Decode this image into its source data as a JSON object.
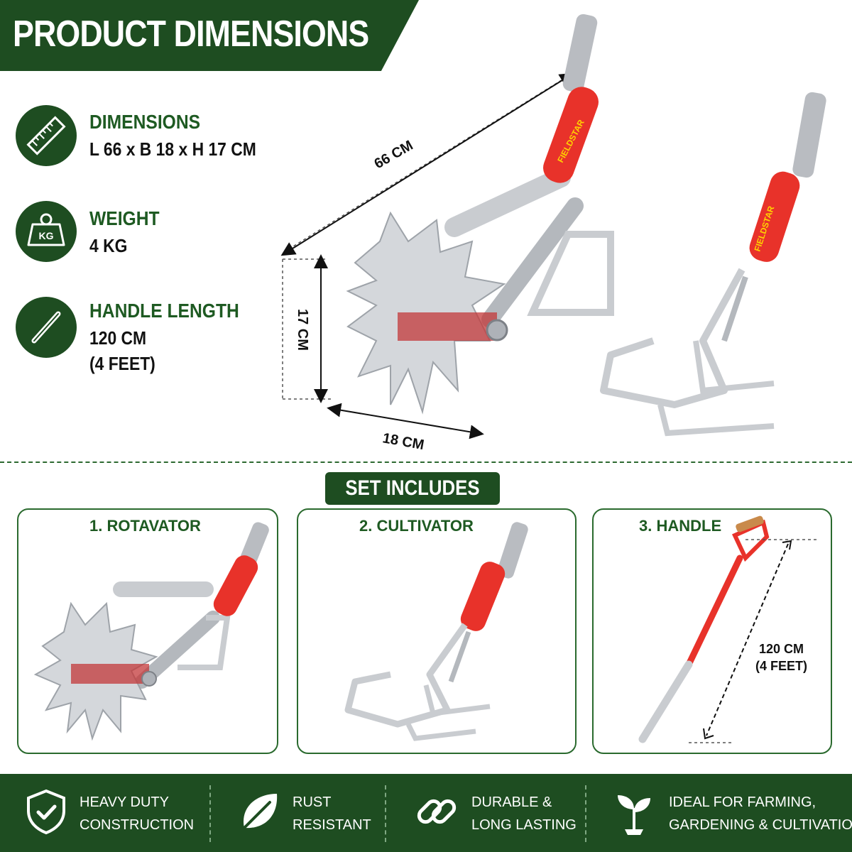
{
  "header": {
    "title": "PRODUCT DIMENSIONS"
  },
  "specs": [
    {
      "icon": "ruler-icon",
      "label": "DIMENSIONS",
      "value_lines": [
        "L 66 x B 18 x H 17 CM"
      ]
    },
    {
      "icon": "weight-kg-icon",
      "label": "WEIGHT",
      "value_lines": [
        "4 KG"
      ],
      "icon_text": "KG"
    },
    {
      "icon": "handle-rod-icon",
      "label": "HANDLE LENGTH",
      "value_lines": [
        "120 CM",
        "(4 FEET)"
      ]
    }
  ],
  "dimensions": {
    "length": "66 CM",
    "height": "17 CM",
    "breadth": "18 CM"
  },
  "brand": "FIELDSTAR",
  "set_includes": {
    "title": "SET INCLUDES",
    "items": [
      {
        "label": "1. ROTAVATOR"
      },
      {
        "label": "2. CULTIVATOR"
      },
      {
        "label": "3. HANDLE",
        "measure_lines": [
          "120 CM",
          "(4 FEET)"
        ]
      }
    ]
  },
  "features": [
    {
      "icon": "shield-check-icon",
      "lines": [
        "HEAVY DUTY",
        "CONSTRUCTION"
      ]
    },
    {
      "icon": "leaf-icon",
      "lines": [
        "RUST",
        "RESISTANT"
      ]
    },
    {
      "icon": "chain-link-icon",
      "lines": [
        "DURABLE &",
        "LONG LASTING"
      ]
    },
    {
      "icon": "plant-sprout-icon",
      "lines": [
        "IDEAL FOR FARMING,",
        "GARDENING & CULTIVATION"
      ]
    }
  ],
  "colors": {
    "brand_green": "#1e4d21",
    "accent_red": "#e8322a",
    "steel": "#c9ccd0"
  }
}
